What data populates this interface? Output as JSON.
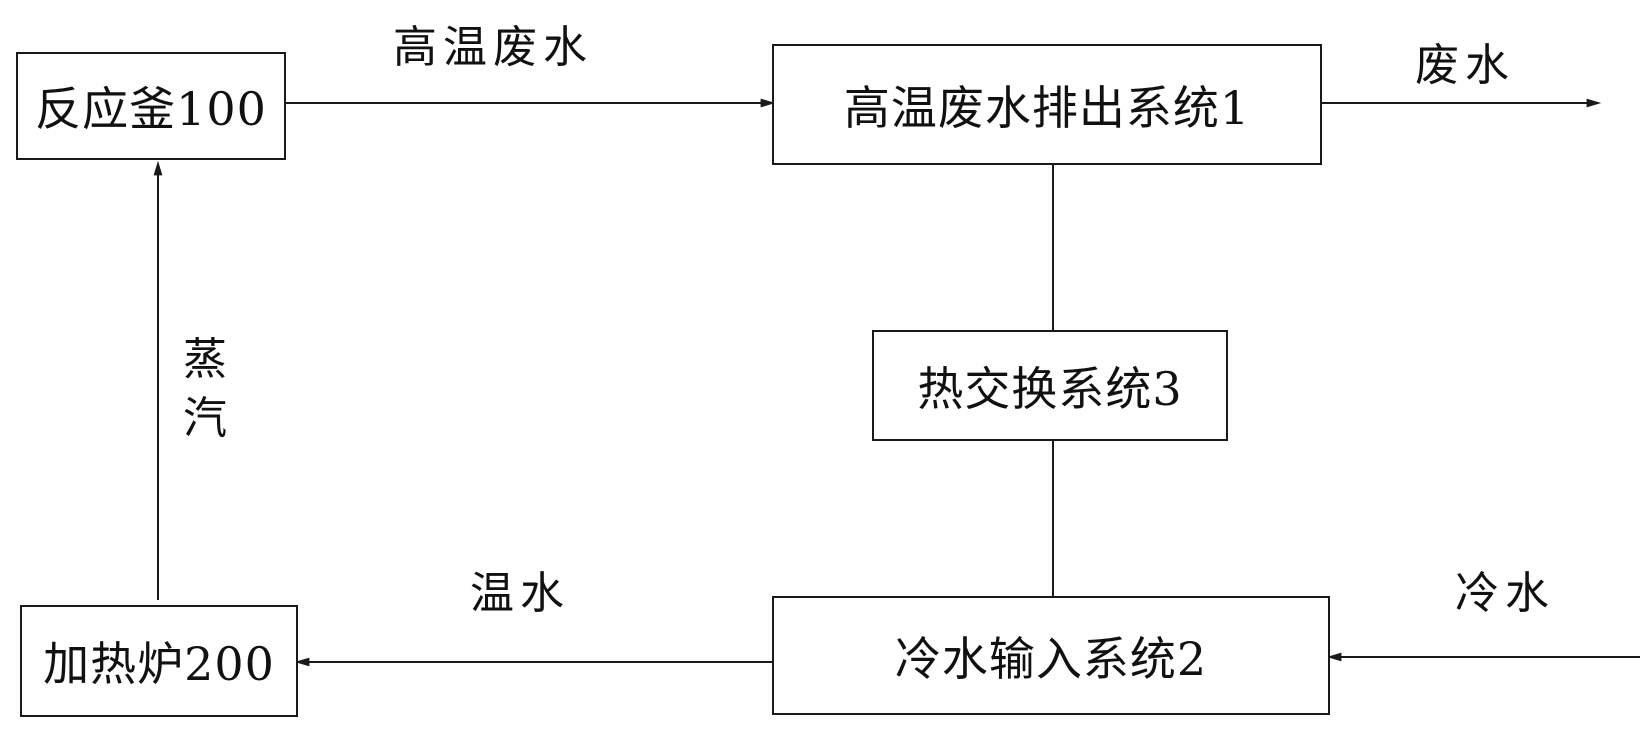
{
  "boxes": {
    "reactor": "反应釜100",
    "high_temp_discharge": "高温废水排出系统1",
    "heat_exchange": "热交换系统3",
    "cold_water_input": "冷水输入系统2",
    "heating_furnace": "加热炉200"
  },
  "labels": {
    "high_temp_wastewater": "高温废水",
    "wastewater": "废水",
    "steam": "蒸汽",
    "warm_water": "温水",
    "cold_water": "冷水"
  }
}
